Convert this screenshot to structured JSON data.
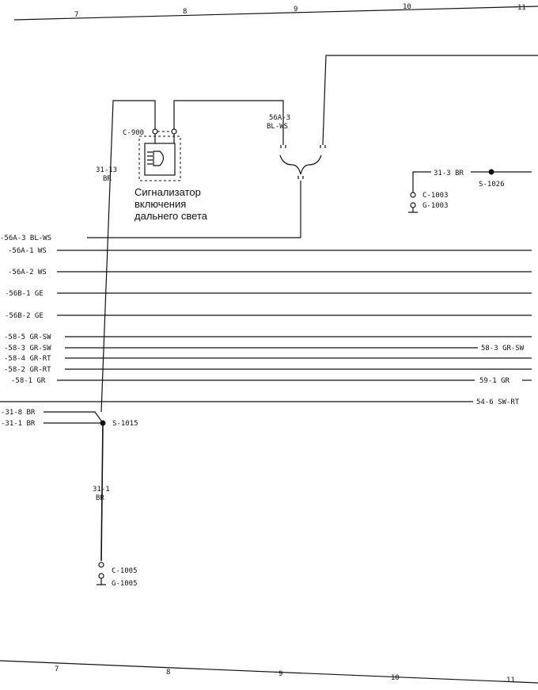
{
  "grid": {
    "top": [
      "7",
      "8",
      "9",
      "10",
      "11"
    ],
    "bottom": [
      "7",
      "8",
      "9",
      "10",
      "11"
    ]
  },
  "components": {
    "c900": "C-900",
    "indicator_line1": "Сигнализатор",
    "indicator_line2": "включения",
    "indicator_line3": "дальнего света",
    "c1003": "C-1003",
    "g1003": "G-1003",
    "c1005": "C-1005",
    "g1005": "G-1005",
    "s1015": "S-1015",
    "s1026": "S-1026"
  },
  "wire_labels": {
    "w3113_a": "31-13",
    "w3113_b": "BR",
    "w56a3_a": "56A-3",
    "w56a3_b": "BL-WS",
    "w313": "31-3 BR",
    "w311_a": "31-1",
    "w311_b": "BR",
    "w318": "-31-8 BR",
    "w311": "-31-1 BR"
  },
  "left_wires": [
    "-56A-3 BL-WS",
    "-56A-1 WS",
    "-56A-2 WS",
    "-56B-1 GE",
    "-56B-2 GE",
    "-58-5 GR-SW",
    "-58-3 GR-SW",
    "-58-4 GR-RT",
    "-58-2 GR-RT",
    "-58-1 GR"
  ],
  "right_wires": {
    "r583": "58-3 GR-SW",
    "r591": "59-1 GR",
    "r546": "54-6 SW-RT"
  }
}
